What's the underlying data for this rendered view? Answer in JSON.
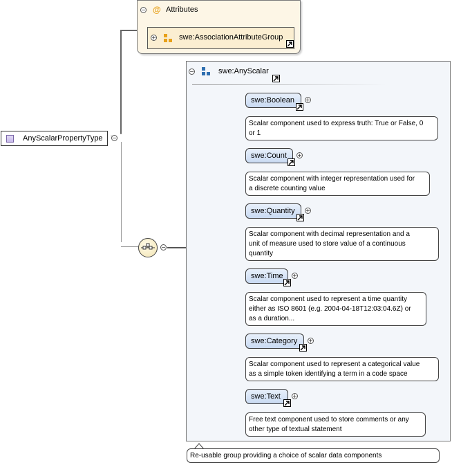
{
  "root": {
    "label": "AnyScalarPropertyType"
  },
  "attributes": {
    "header_icon": "@",
    "title": "Attributes",
    "group_label": "swe:AssociationAttributeGroup"
  },
  "choice_group": {
    "label": "swe:AnyScalar",
    "documentation": "Re-usable group providing a choice of scalar data components"
  },
  "elements": [
    {
      "label": "swe:Boolean",
      "doc_lines": [
        "Scalar component used to express truth: True or False, 0",
        "or 1"
      ]
    },
    {
      "label": "swe:Count",
      "doc_lines": [
        "Scalar component with integer representation used for",
        "a discrete counting value"
      ]
    },
    {
      "label": "swe:Quantity",
      "doc_lines": [
        "Scalar component with decimal representation and a",
        "unit of measure used to store value of a continuous",
        "quantity"
      ]
    },
    {
      "label": "swe:Time",
      "doc_lines": [
        "Scalar component used to represent a time quantity",
        "either as ISO 8601 (e.g. 2004-04-18T12:03:04.6Z) or",
        "as a duration..."
      ]
    },
    {
      "label": "swe:Category",
      "doc_lines": [
        "Scalar component used to represent a categorical value",
        "as a simple token identifying a term in a code space"
      ]
    },
    {
      "label": "swe:Text",
      "doc_lines": [
        "Free text component used to store comments or any",
        "other type of textual statement"
      ]
    }
  ],
  "colors": {
    "attributes_bg": "#fdf6e6",
    "element_fill": "#c9daf2",
    "frame_bg": "#f3f6fa",
    "attribute_icon": "#e8a11a",
    "group_icon": "#2f6fb0"
  }
}
